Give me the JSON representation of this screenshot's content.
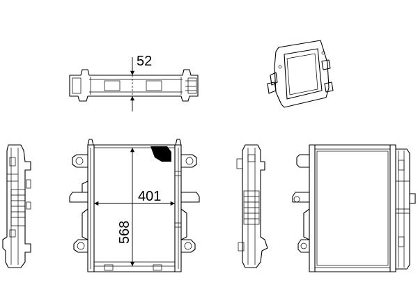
{
  "dimensions": {
    "depth": "52",
    "width": "401",
    "height": "568"
  }
}
